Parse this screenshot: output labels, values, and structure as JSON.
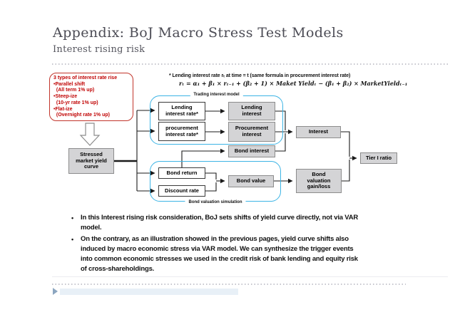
{
  "slide": {
    "title": "Appendix: BoJ Macro Stress Test Models",
    "subtitle": "Interest rising risk"
  },
  "formula": {
    "note": "* Lending interest rate rₜ at time = t (same formula in procurement interest rate)",
    "equation": "rₜ = α₁ + β₁ × rₜ₋₁ + (β₂ + 1) × Maket Yieldₜ − (β₁ + β₂) × MarketYieldₜ₋₁"
  },
  "callout": {
    "text": "3 types of interest rate rise\n•Parallel shift\n  (All term 1% up)\n•Steep-ize\n  (10-yr rate 1% up)\n•Flat-ize\n  (Overnight rate 1% up)"
  },
  "diagram": {
    "groups": {
      "trading": "Trading interest model",
      "bond_valuation": "Bond valuation simulation"
    },
    "nodes": {
      "stressed": "Stressed\nmarket yield\ncurve",
      "lending_rate": "Lending\ninterest rate*",
      "procurement_rate": "procurement\ninterest rate*",
      "lending_interest": "Lending\ninterest",
      "procurement_interest": "Procurement\ninterest",
      "bond_interest": "Bond interest",
      "bond_return": "Bond return",
      "discount_rate": "Discount rate",
      "bond_value": "Bond value",
      "interest": "Interest",
      "bond_valuation_gainloss": "Bond\nvaluation\ngain/loss",
      "tier1": "Tier I ratio"
    }
  },
  "bullets": {
    "marker": "•",
    "items": [
      {
        "text": "In this Interest rising risk consideration,  BoJ sets shifts of yield curve directly, not via VAR\nmodel."
      },
      {
        "text": "On the contrary, as an illustration showed in the previous pages, yield curve shifts also\ninduced by macro economic stress via VAR model. We can synthesize the trigger events\ninto common economic stresses we used in the credit risk of bank lending and equity risk\nof cross-shareholdings."
      }
    ]
  },
  "colors": {
    "accent_red": "#c00000",
    "accent_cyan": "#3cb4e5",
    "box_gray": "#d4d4d6",
    "title_gray": "#4c4c55"
  }
}
